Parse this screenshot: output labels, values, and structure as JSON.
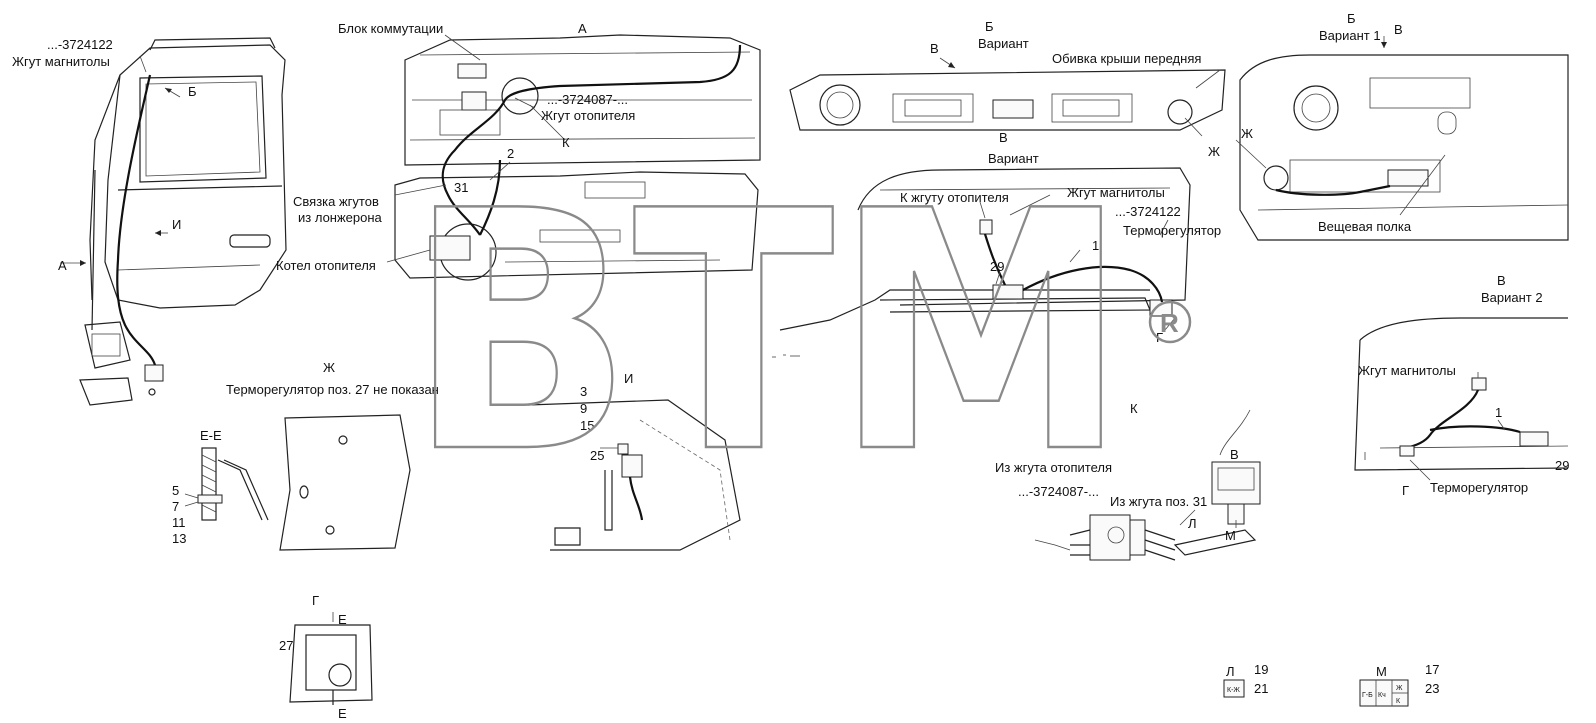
{
  "labels": {
    "part_3724122": "...-3724122",
    "radio_harness": "Жгут магнитолы",
    "ref_b": "Б",
    "ref_a_arrow": "А",
    "ref_i": "И",
    "switch_block": "Блок коммутации",
    "view_a": "А",
    "part_3724087": "...-3724087-...",
    "heater_harness": "Жгут отопителя",
    "ref_k": "К",
    "num_2": "2",
    "num_31": "31",
    "bundle_line1": "Связка жгутов",
    "bundle_line2": "из лонжерона",
    "heater_boiler": "Котел отопителя",
    "view_b": "Б",
    "variant": "Вариант",
    "v_arrow": "В",
    "roof_trim": "Обивка крыши передняя",
    "zh_label": "Ж",
    "view_v": "В",
    "variant_v": "Вариант",
    "to_heater_harness": "К жгуту отопителя",
    "radio_harness_v": "Жгут магнитолы",
    "part_3724122_v": "...-3724122",
    "thermoregulator": "Терморегулятор",
    "num_1": "1",
    "num_29": "29",
    "g_label": "Г",
    "view_b1": "Б",
    "variant_1": "Вариант 1",
    "v_arrow_b1": "В",
    "zh_label_b1": "Ж",
    "shelf": "Вещевая полка",
    "view_v2": "В",
    "variant_2": "Вариант 2",
    "radio_harness_v2": "Жгут магнитолы",
    "num_1_v2": "1",
    "num_29_v2": "29",
    "g_label_v2": "Г",
    "thermoregulator_v2": "Терморегулятор",
    "view_zh": "Ж",
    "thermo_not_shown": "Терморегулятор поз. 27 не показан",
    "view_i": "И",
    "num_3": "3",
    "num_9": "9",
    "num_15": "15",
    "num_25": "25",
    "view_k": "К",
    "from_heater_harness": "Из жгута отопителя",
    "part_3724087_k": "...-3724087-...",
    "from_harness_31": "Из жгута поз. 31",
    "v_label_k": "В",
    "l_label": "Л",
    "m_label": "М",
    "section_ee": "Е-Е",
    "num_5": "5",
    "num_7": "7",
    "num_11": "11",
    "num_13": "13",
    "view_g": "Г",
    "e_label": "Е",
    "num_27": "27",
    "e_label_bottom": "Е",
    "view_l": "Л",
    "num_19": "19",
    "num_21": "21",
    "view_m": "М",
    "num_17": "17",
    "num_23": "23",
    "conn_l_text": "К-Ж",
    "conn_m_g6": "Г-Б",
    "conn_m_kch": "Кч",
    "conn_m_zh": "Ж",
    "conn_m_k": "К"
  },
  "watermark": {
    "text": "BTM",
    "reg_mark": "®"
  }
}
